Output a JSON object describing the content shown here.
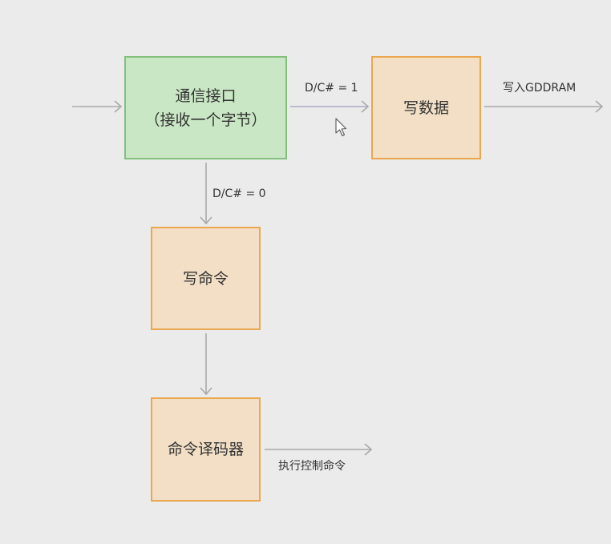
{
  "nodes": {
    "comm_interface": {
      "line1": "通信接口",
      "line2": "（接收一个字节）"
    },
    "write_data": {
      "label": "写数据"
    },
    "write_command": {
      "label": "写命令"
    },
    "command_decoder": {
      "label": "命令译码器"
    }
  },
  "edges": {
    "dc_one": "D/C# = 1",
    "dc_zero": "D/C# = 0",
    "write_gddram": "写入GDDRAM",
    "execute_command": "执行控制命令"
  },
  "colors": {
    "background": "#ebebeb",
    "green_fill": "#c9e7c4",
    "green_border": "#82c07c",
    "orange_fill": "#f2dfc6",
    "orange_border": "#eba650",
    "arrow": "#a9a9a9"
  },
  "icons": {
    "cursor": "mouse-pointer-icon"
  }
}
